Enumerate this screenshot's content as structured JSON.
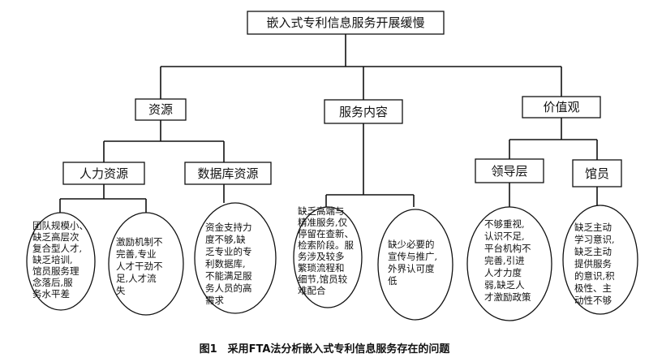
{
  "root": {
    "label": "嵌入式专利信息服务开展缓慢"
  },
  "level1": [
    {
      "label": "资源"
    },
    {
      "label": "服务内容"
    },
    {
      "label": "价值观"
    }
  ],
  "level2": [
    {
      "label": "人力资源"
    },
    {
      "label": "数据库资源"
    },
    {
      "label": "领导层"
    },
    {
      "label": "馆员"
    }
  ],
  "leaves": [
    {
      "lines": [
        "团队规模小、",
        "缺乏高层次",
        "复合型人才,",
        "缺乏培训,",
        "馆员服务理",
        "念落后,服",
        "务水平差"
      ]
    },
    {
      "lines": [
        "激励机制不",
        "完善,专业",
        "人才干劲不",
        "足,人才流",
        "失"
      ]
    },
    {
      "lines": [
        "资金支持力",
        "度不够,缺",
        "乏专业的专",
        "利数据库,",
        "不能满足服",
        "务人员的高",
        "需求"
      ]
    },
    {
      "lines": [
        "缺乏高端与",
        "精准服务,仅",
        "停留在查新、",
        "检索阶段。服",
        "务涉及较多",
        "繁琐流程和",
        "细节,馆员较",
        "难配合"
      ]
    },
    {
      "lines": [
        "缺少必要的",
        "宣传与推广,",
        "外界认可度",
        "低"
      ]
    },
    {
      "lines": [
        "不够重视,",
        "认识不足,",
        "平台机构不",
        "完善,引进",
        "人才力度",
        "弱,缺乏人",
        "才激励政策"
      ]
    },
    {
      "lines": [
        "缺乏主动",
        "学习意识,",
        "缺乏主动",
        "提供服务",
        "的意识,积",
        "极性、主",
        "动性不够"
      ]
    }
  ],
  "caption": "图1　采用FTA法分析嵌入式专利信息服务存在的问题"
}
